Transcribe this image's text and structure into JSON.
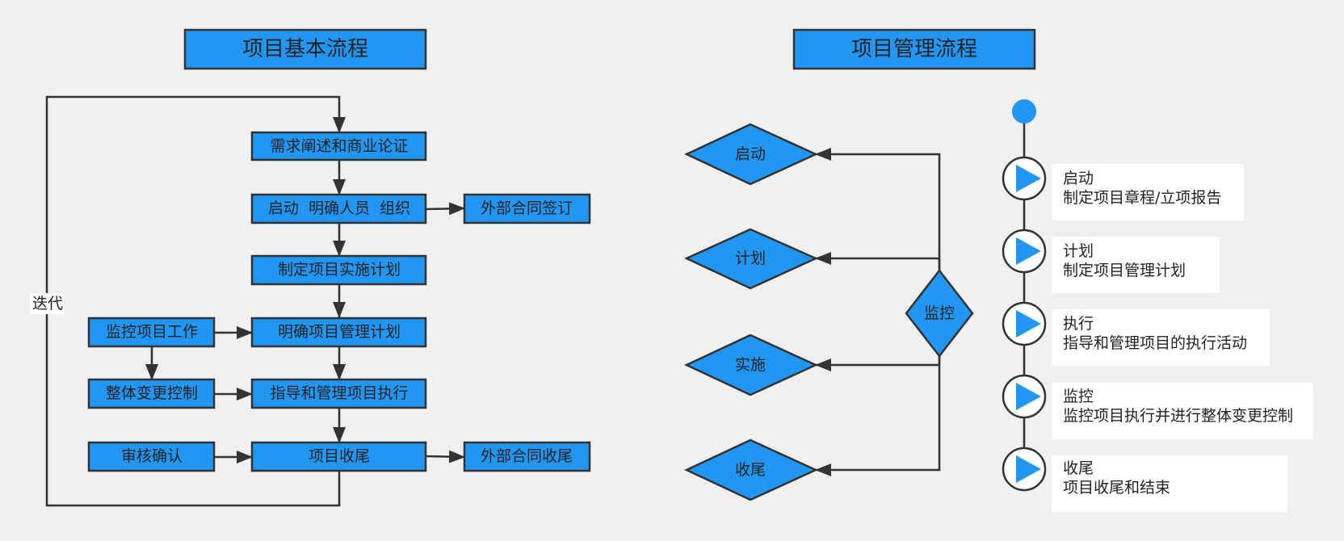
{
  "colors": {
    "box_fill": "#2196f3",
    "stroke": "#333333",
    "background": "#f0f0f0",
    "card_fill": "#ffffff"
  },
  "basic_flow": {
    "title": "项目基本流程",
    "steps": {
      "requirements": "需求阐述和商业论证",
      "initiate": "启动  明确人员  组织",
      "external_contract_sign": "外部合同签订",
      "make_plan": "制定项目实施计划",
      "monitor_work": "监控项目工作",
      "define_mgmt_plan": "明确项目管理计划",
      "integrated_change": "整体变更控制",
      "direct_execution": "指导和管理项目执行",
      "review_confirm": "审核确认",
      "closing": "项目收尾",
      "external_contract_close": "外部合同收尾"
    },
    "loop_label": "迭代"
  },
  "mgmt_flow": {
    "title": "项目管理流程",
    "center": "监控",
    "phases": [
      "启动",
      "计划",
      "实施",
      "收尾"
    ]
  },
  "timeline": {
    "items": [
      {
        "title": "启动",
        "desc": "制定项目章程/立项报告"
      },
      {
        "title": "计划",
        "desc": "制定项目管理计划"
      },
      {
        "title": "执行",
        "desc": "指导和管理项目的执行活动"
      },
      {
        "title": "监控",
        "desc": "监控项目执行并进行整体变更控制"
      },
      {
        "title": "收尾",
        "desc": "项目收尾和结束"
      }
    ]
  }
}
